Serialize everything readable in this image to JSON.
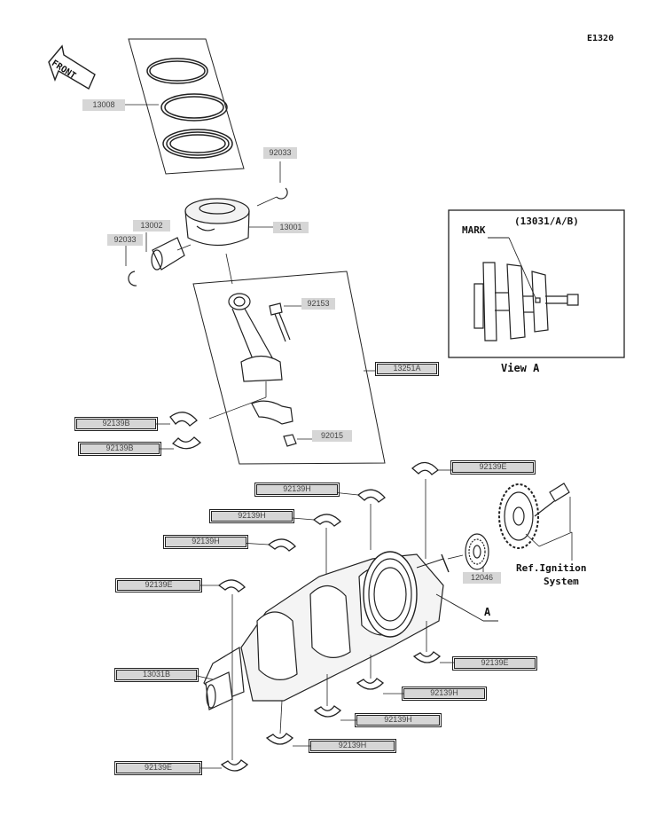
{
  "figure_code": "E1320",
  "front_arrow_text": "FRONT",
  "view_box": {
    "title": "(13031/A/B)",
    "mark_label": "MARK",
    "caption": "View A"
  },
  "view_pointer_label": "A",
  "ref_note": {
    "line1": "Ref.Ignition",
    "line2": "System"
  },
  "part_labels": {
    "rings": "13008",
    "circlip_upper": "92033",
    "pin": "13002",
    "circlip_lower": "92033",
    "piston": "13001",
    "bolt": "92153",
    "conrod": "13251A",
    "bearing_b1": "92139B",
    "bearing_b2": "92139B",
    "nut": "92015",
    "bearing_e1": "92139E",
    "bearing_h1": "92139H",
    "bearing_h2": "92139H",
    "bearing_h3": "92139H",
    "gear": "12046",
    "bearing_e2": "92139E",
    "crankshaft": "13031B",
    "bearing_e3": "92139E",
    "bearing_h4": "92139H",
    "bearing_h5": "92139H",
    "bearing_h6": "92139H",
    "bearing_e4": "92139E"
  }
}
